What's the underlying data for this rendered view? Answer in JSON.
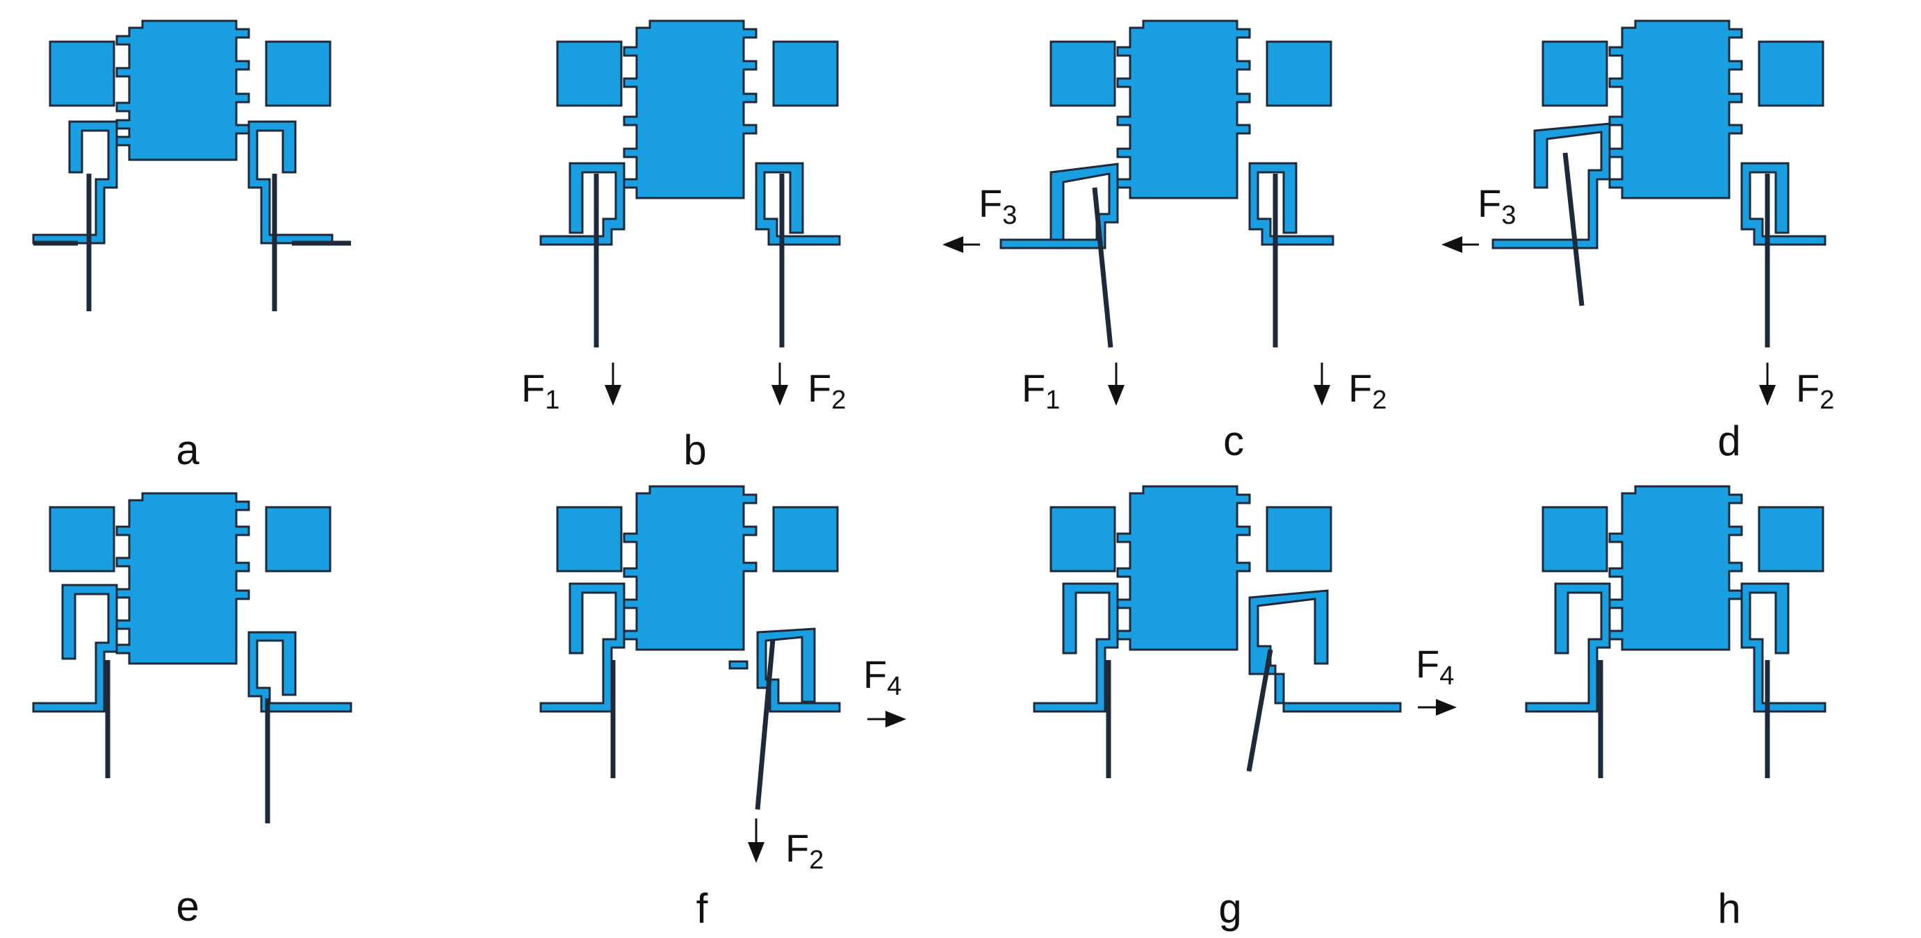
{
  "colors": {
    "part_fill": "#1aa0e2",
    "outline": "#1e2a3a",
    "rod": "#1e2a3a",
    "text": "#111111",
    "background": "#ffffff"
  },
  "panels": [
    {
      "id": "a",
      "label": "a",
      "forces": []
    },
    {
      "id": "b",
      "label": "b",
      "forces": [
        {
          "sym": "F",
          "sub": "1",
          "dir": "down"
        },
        {
          "sym": "F",
          "sub": "2",
          "dir": "down"
        }
      ]
    },
    {
      "id": "c",
      "label": "c",
      "forces": [
        {
          "sym": "F",
          "sub": "3",
          "dir": "left"
        },
        {
          "sym": "F",
          "sub": "1",
          "dir": "down"
        },
        {
          "sym": "F",
          "sub": "2",
          "dir": "down"
        }
      ]
    },
    {
      "id": "d",
      "label": "d",
      "forces": [
        {
          "sym": "F",
          "sub": "3",
          "dir": "left"
        },
        {
          "sym": "F",
          "sub": "2",
          "dir": "down"
        }
      ]
    },
    {
      "id": "e",
      "label": "e",
      "forces": []
    },
    {
      "id": "f",
      "label": "f",
      "forces": [
        {
          "sym": "F",
          "sub": "4",
          "dir": "right"
        },
        {
          "sym": "F",
          "sub": "2",
          "dir": "down"
        }
      ]
    },
    {
      "id": "g",
      "label": "g",
      "forces": [
        {
          "sym": "F",
          "sub": "4",
          "dir": "right"
        }
      ]
    },
    {
      "id": "h",
      "label": "h",
      "forces": []
    }
  ]
}
